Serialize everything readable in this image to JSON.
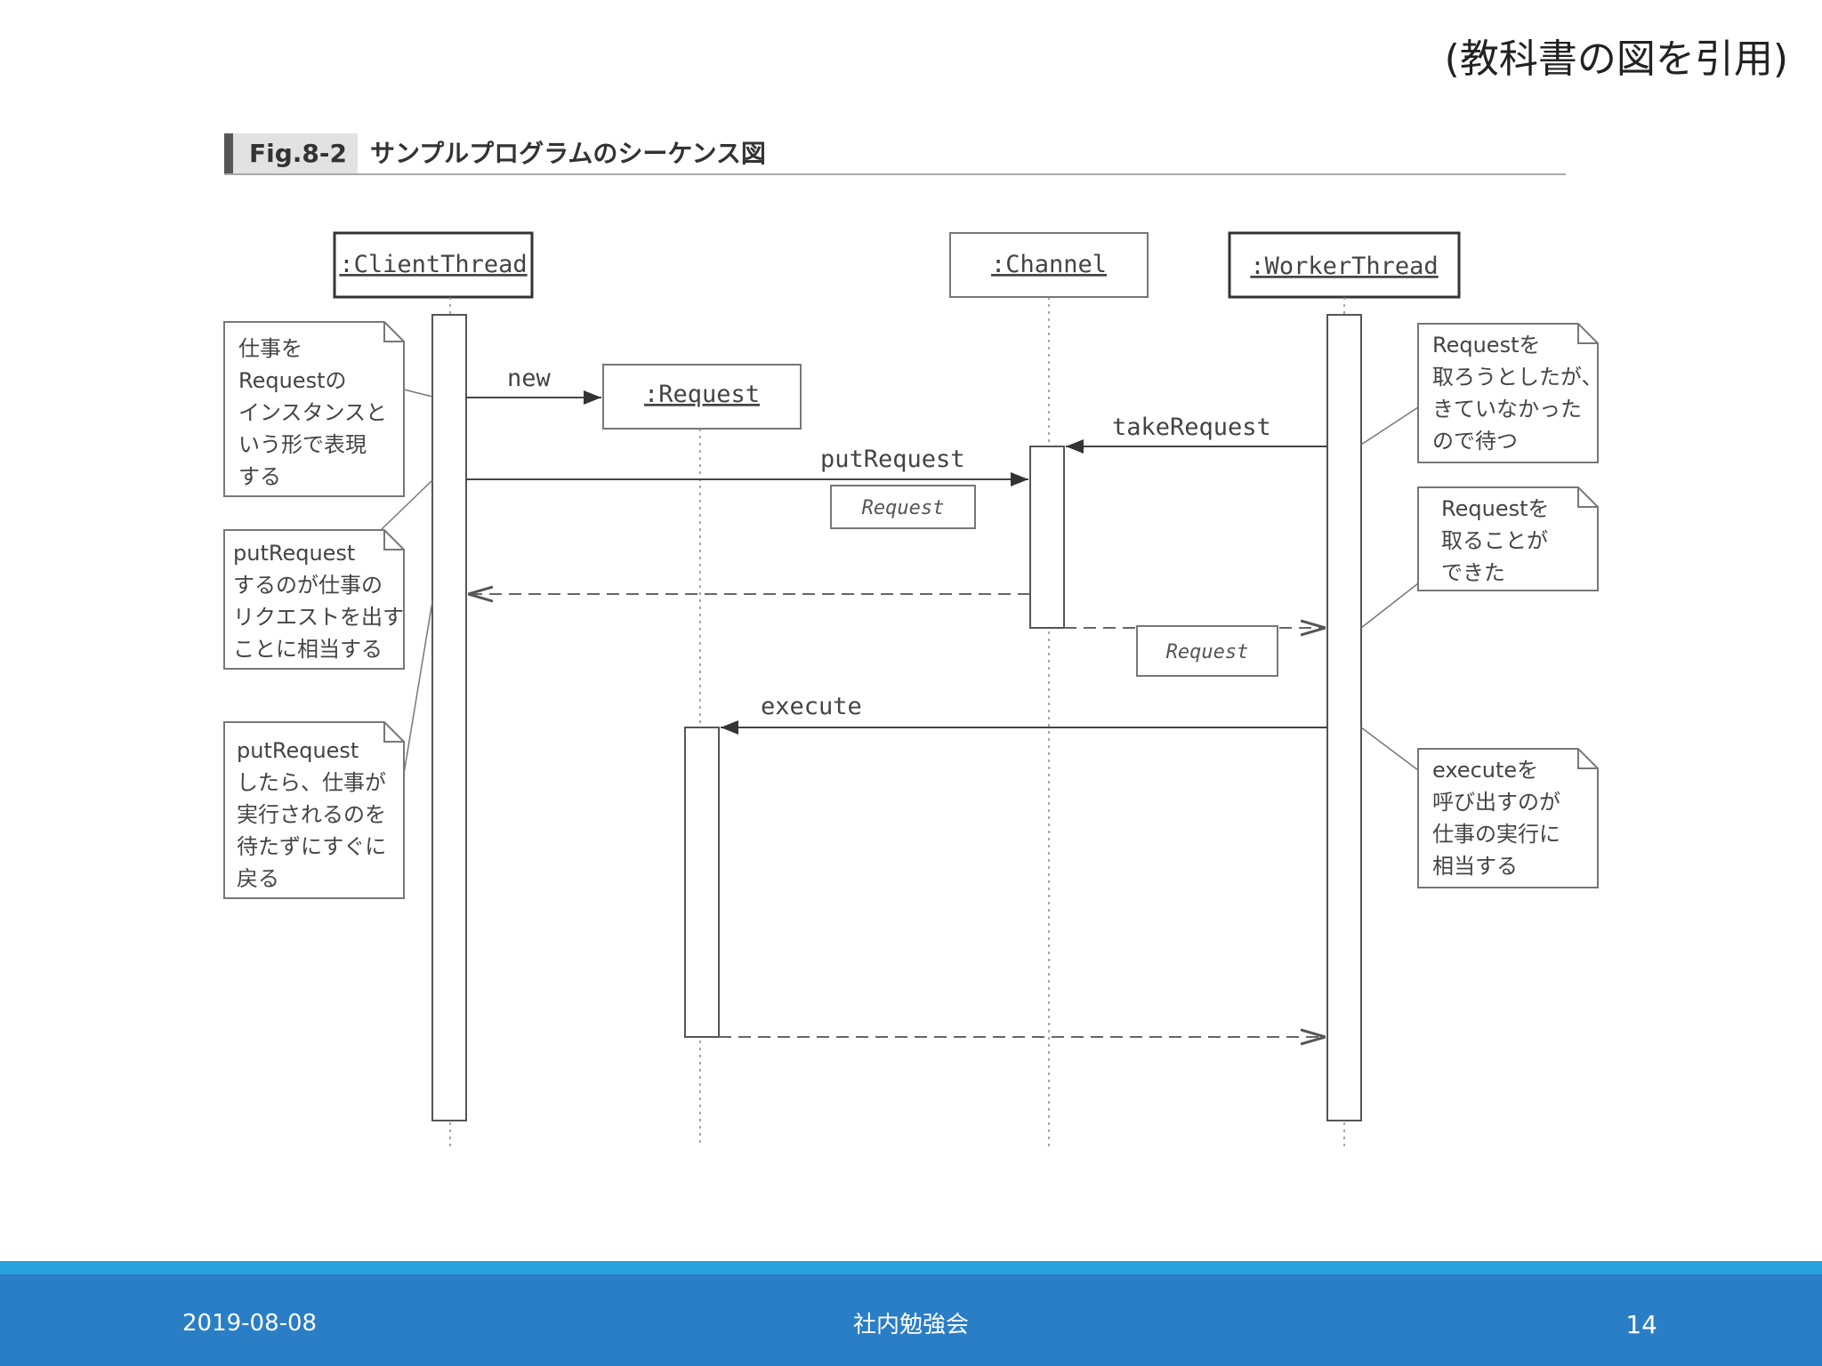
{
  "header": {
    "note": "(教科書の図を引用)"
  },
  "figure": {
    "label": "Fig.8-2",
    "title": "サンプルプログラムのシーケンス図",
    "lifelines": {
      "client": ":ClientThread",
      "channel": ":Channel",
      "worker": ":WorkerThread",
      "request": ":Request"
    },
    "messages": {
      "new": "new",
      "put": "putRequest",
      "take": "takeRequest",
      "execute": "execute",
      "put_arg": "Request",
      "take_return": "Request"
    },
    "notes": {
      "left1": [
        "仕事を",
        "Requestの",
        "インスタンスと",
        "いう形で表現",
        "する"
      ],
      "left2": [
        "putRequest",
        "するのが仕事の",
        "リクエストを出す",
        "ことに相当する"
      ],
      "left3": [
        "putRequest",
        "したら、仕事が",
        "実行されるのを",
        "待たずにすぐに",
        "戻る"
      ],
      "right1": [
        "Requestを",
        "取ろうとしたが、",
        "きていなかった",
        "ので待つ"
      ],
      "right2": [
        "Requestを",
        "取ることが",
        "できた"
      ],
      "right3": [
        "executeを",
        "呼び出すのが",
        "仕事の実行に",
        "相当する"
      ]
    }
  },
  "footer": {
    "date": "2019-08-08",
    "center": "社内勉強会",
    "page": "14"
  },
  "colors": {
    "footer_bar": "#2a7ec6",
    "footer_stripe": "#27a0dd"
  }
}
